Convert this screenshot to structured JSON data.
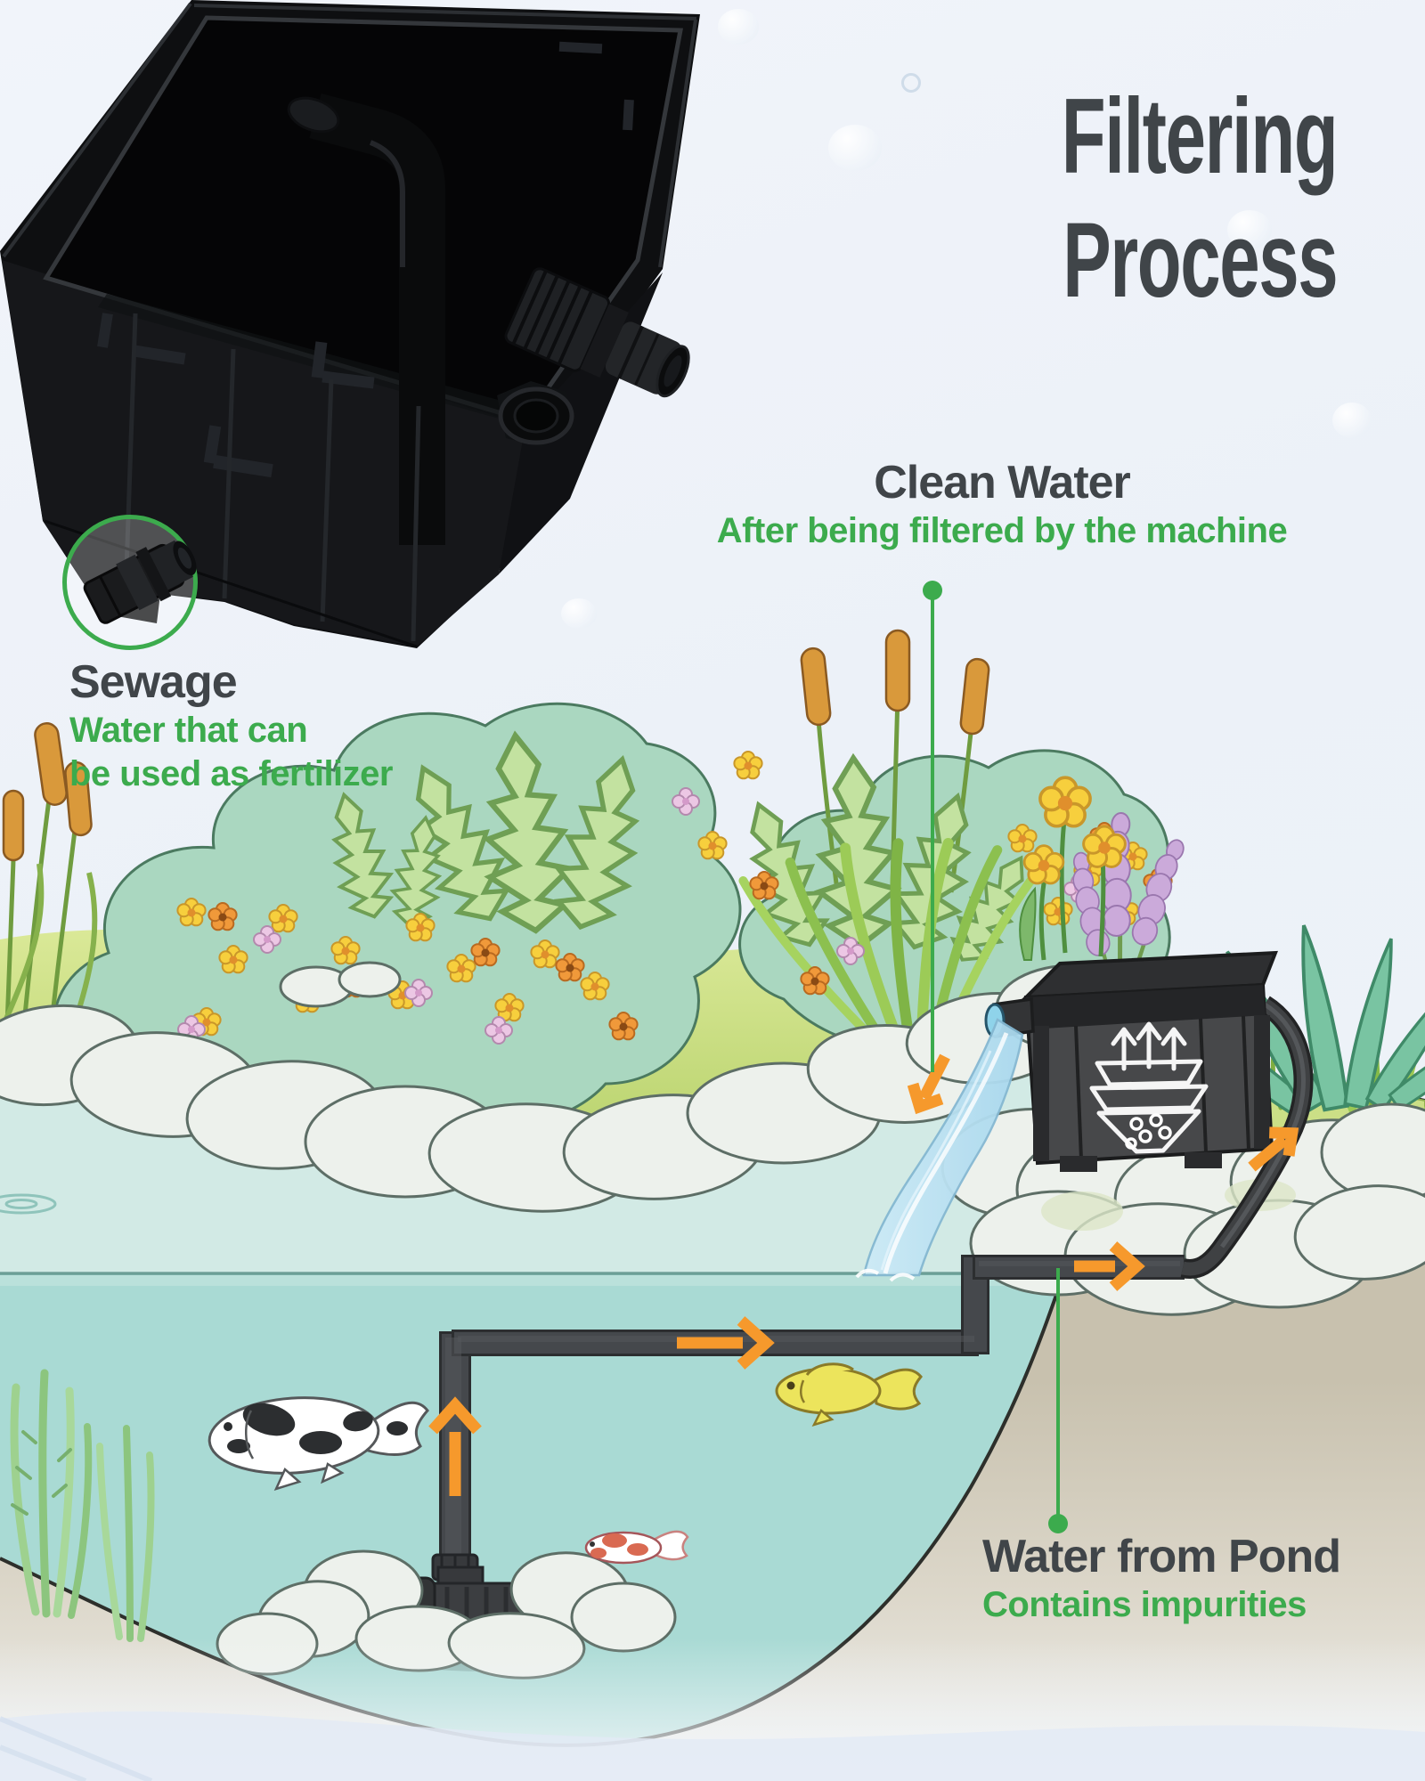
{
  "title": {
    "line1": "Filtering",
    "line2": "Process"
  },
  "callouts": {
    "clean_water": {
      "heading": "Clean Water",
      "subheading": "After being filtered by the machine"
    },
    "sewage": {
      "heading": "Sewage",
      "sub_line1": "Water that can",
      "sub_line2": "be used as fertilizer"
    },
    "water_from_pond": {
      "heading": "Water from Pond",
      "subheading": "Contains impurities"
    }
  },
  "colors": {
    "accent_green": "#3cab4d",
    "heading_dark": "#404549",
    "arrow_orange": "#f6992c"
  },
  "icons": {
    "filter_unit_front": "filter-layers-icon",
    "flow_direction": "flow-arrow-icon",
    "outlet_highlight": "sewage-outlet-circle-icon"
  }
}
